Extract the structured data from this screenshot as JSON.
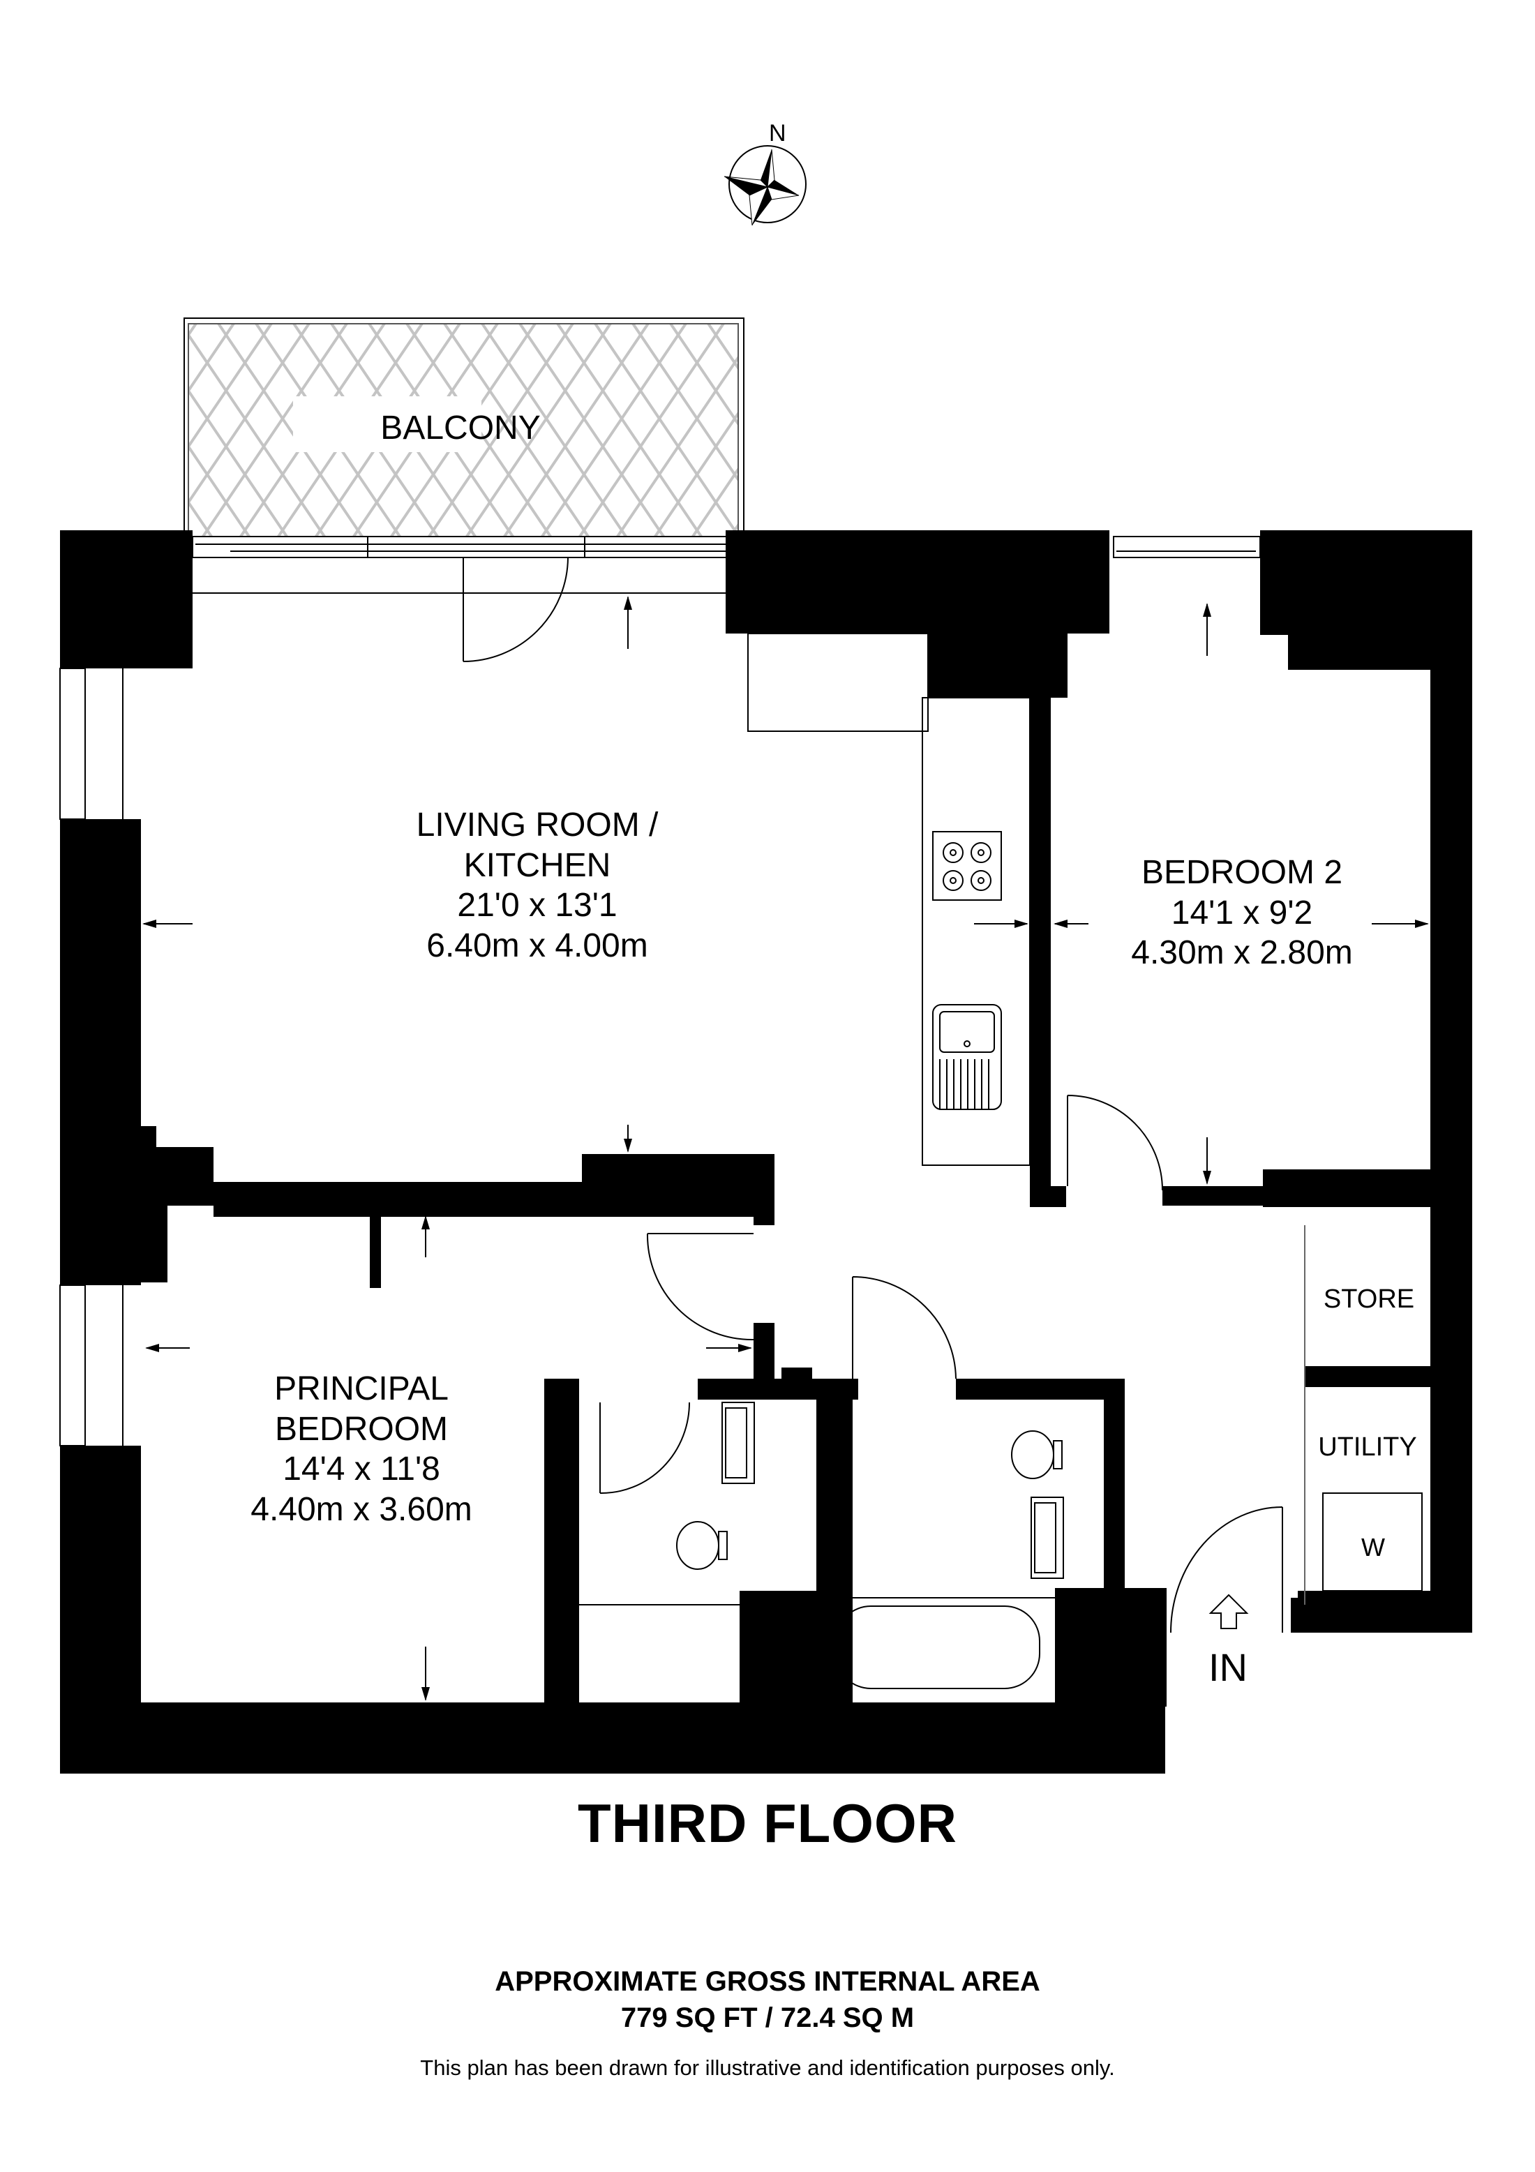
{
  "compass": {
    "label": "N",
    "icon": "north-compass-icon"
  },
  "balcony": {
    "label": "BALCONY"
  },
  "rooms": [
    {
      "id": "living-room-kitchen",
      "name_line1": "LIVING ROOM /",
      "name_line2": "KITCHEN",
      "dim_imperial": "21'0 x 13'1",
      "dim_metric": "6.40m x 4.00m"
    },
    {
      "id": "bedroom-2",
      "name_line1": "BEDROOM 2",
      "dim_imperial": "14'1 x 9'2",
      "dim_metric": "4.30m x 2.80m"
    },
    {
      "id": "principal-bedroom",
      "name_line1": "PRINCIPAL",
      "name_line2": "BEDROOM",
      "dim_imperial": "14'4 x 11'8",
      "dim_metric": "4.40m x 3.60m"
    },
    {
      "id": "store",
      "name_line1": "STORE"
    },
    {
      "id": "utility",
      "name_line1": "UTILITY",
      "appliance": "W"
    }
  ],
  "entrance": {
    "label": "IN",
    "icon": "entrance-arrow-icon"
  },
  "floor": {
    "title": "THIRD FLOOR"
  },
  "area": {
    "title": "APPROXIMATE GROSS INTERNAL AREA",
    "value": "779 SQ FT / 72.4 SQ M"
  },
  "disclaimer": "This plan has been drawn for illustrative and identification purposes only."
}
